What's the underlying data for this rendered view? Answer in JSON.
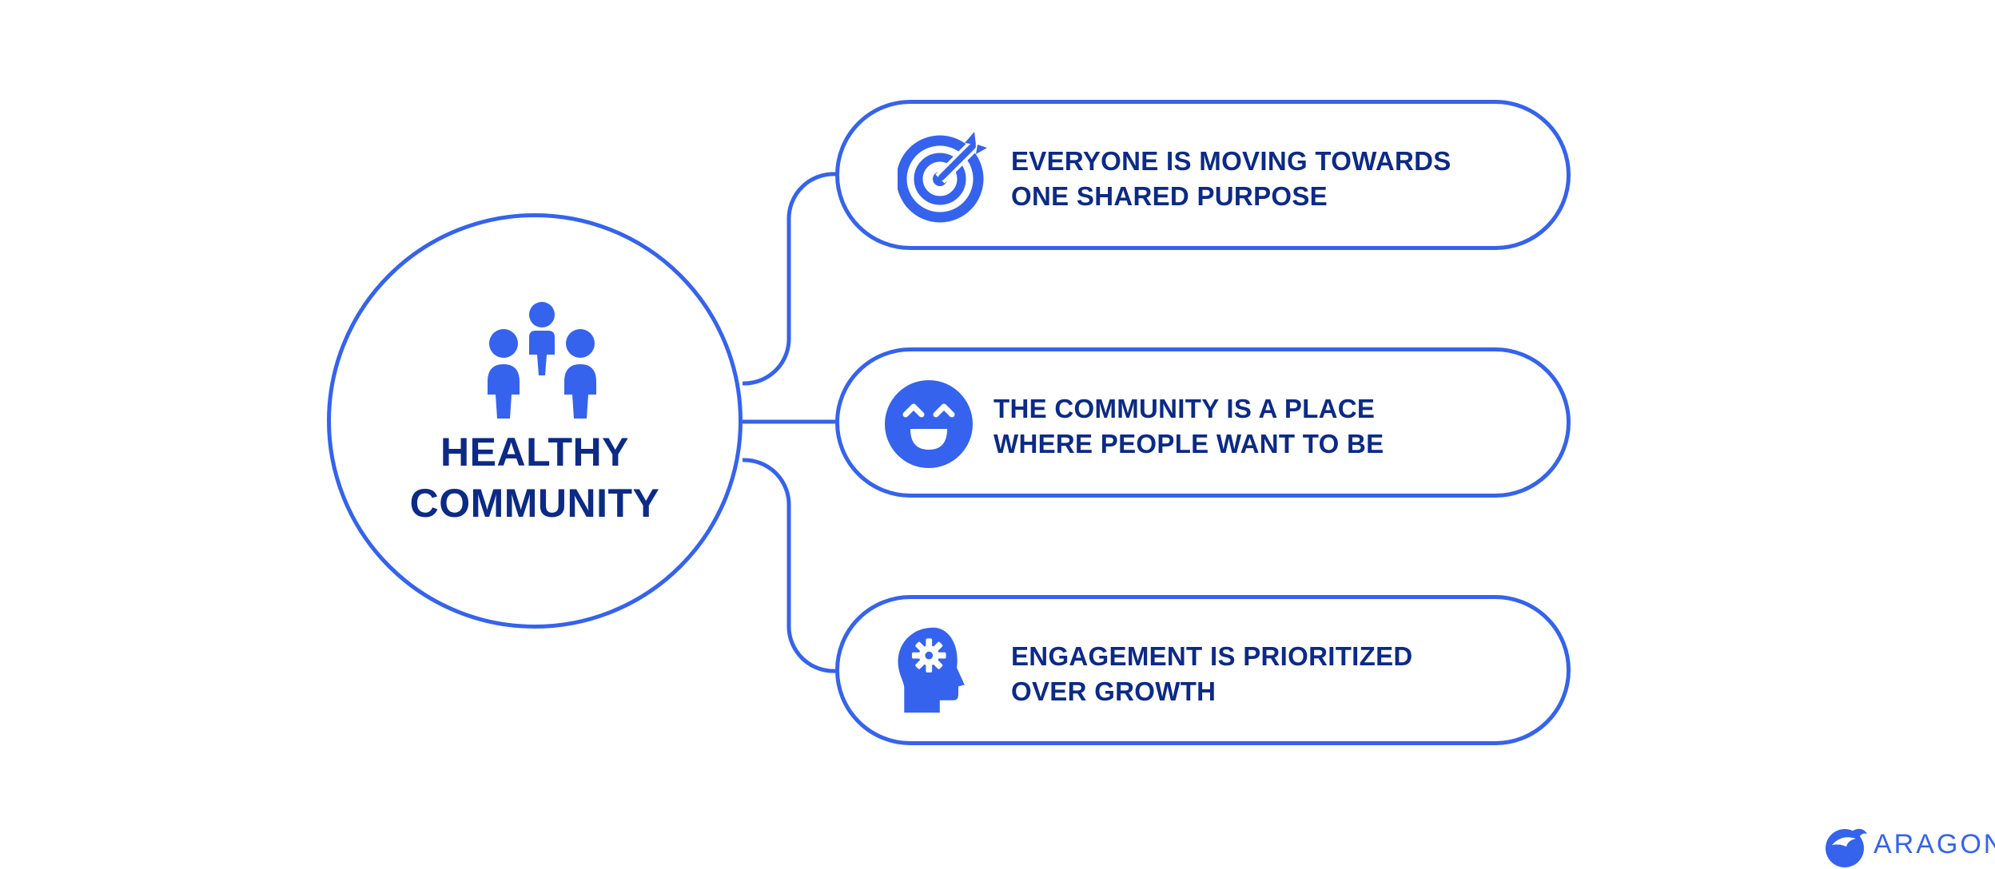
{
  "colors": {
    "accent": "#3563ee",
    "text": "#0c2a86",
    "background": "#ffffff"
  },
  "hub": {
    "icon": "people-group-icon",
    "title_lines": [
      "HEALTHY",
      "COMMUNITY"
    ]
  },
  "items": [
    {
      "icon": "target-arrow-icon",
      "lines": [
        "EVERYONE IS MOVING TOWARDS",
        "ONE SHARED PURPOSE"
      ]
    },
    {
      "icon": "smiley-face-icon",
      "lines": [
        "THE COMMUNITY IS A PLACE",
        "WHERE PEOPLE WANT TO BE"
      ]
    },
    {
      "icon": "head-gear-icon",
      "lines": [
        "ENGAGEMENT IS PRIORITIZED",
        "OVER GROWTH"
      ]
    }
  ],
  "logo": {
    "icon": "aragon-logo-icon",
    "text": "ARAGON"
  }
}
